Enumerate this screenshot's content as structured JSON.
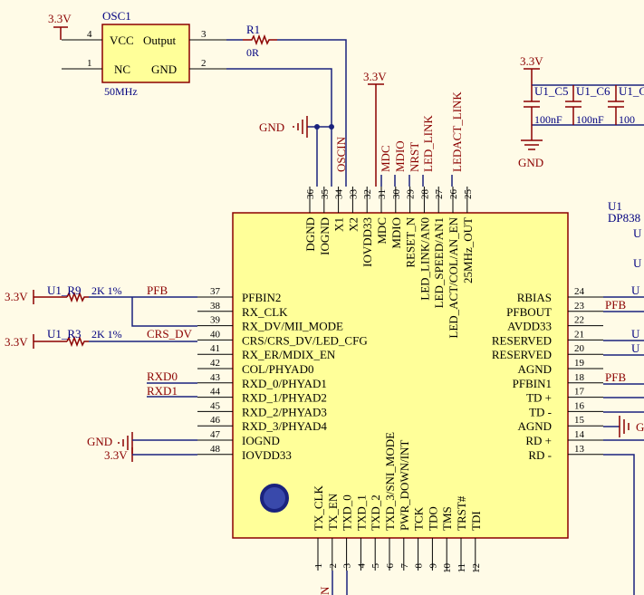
{
  "osc": {
    "designator": "OSC1",
    "value": "50MHz",
    "vcc_pin": "VCC",
    "output_pin": "Output",
    "nc_pin": "NC",
    "gnd_pin": "GND",
    "pin4": "4",
    "pin3": "3",
    "pin1": "1",
    "pin2": "2"
  },
  "r1": {
    "designator": "R1",
    "value": "0R"
  },
  "power": {
    "v33": "3.3V",
    "gnd": "GND"
  },
  "caps": {
    "c5": "U1_C5",
    "c6": "U1_C6",
    "c7": "U1_C",
    "value": "100nF",
    "value_cut": "100"
  },
  "u1": {
    "designator": "U1",
    "part": "DP838",
    "right_cut": "U"
  },
  "top_nets": {
    "oscin": "OSCIN",
    "mdc": "MDC",
    "mdio": "MDIO",
    "nrst": "NRST",
    "led_link": "LED_LINK",
    "ledact_link": "LEDACT_LINK"
  },
  "top_pins": [
    {
      "no": "36",
      "name": "DGND"
    },
    {
      "no": "35",
      "name": "IOGND"
    },
    {
      "no": "34",
      "name": "X1"
    },
    {
      "no": "33",
      "name": "X2"
    },
    {
      "no": "32",
      "name": "IOVDD33"
    },
    {
      "no": "31",
      "name": "MDC"
    },
    {
      "no": "30",
      "name": "MDIO"
    },
    {
      "no": "29",
      "name": "RESET_N"
    },
    {
      "no": "28",
      "name": "LED_LINK/AN0"
    },
    {
      "no": "27",
      "name": "LED_SPEED/AN1"
    },
    {
      "no": "26",
      "name": "LED_ACT/COL/AN_EN"
    },
    {
      "no": "25",
      "name": "25MHz_OUT"
    }
  ],
  "left_pins": [
    {
      "no": "37",
      "name": "PFBIN2"
    },
    {
      "no": "38",
      "name": "RX_CLK"
    },
    {
      "no": "39",
      "name": "RX_DV/MII_MODE"
    },
    {
      "no": "40",
      "name": "CRS/CRS_DV/LED_CFG"
    },
    {
      "no": "41",
      "name": "RX_ER/MDIX_EN"
    },
    {
      "no": "42",
      "name": "COL/PHYAD0"
    },
    {
      "no": "43",
      "name": "RXD_0/PHYAD1"
    },
    {
      "no": "44",
      "name": "RXD_1/PHYAD2"
    },
    {
      "no": "45",
      "name": "RXD_2/PHYAD3"
    },
    {
      "no": "46",
      "name": "RXD_3/PHYAD4"
    },
    {
      "no": "47",
      "name": "IOGND"
    },
    {
      "no": "48",
      "name": "IOVDD33"
    }
  ],
  "right_pins": [
    {
      "no": "24",
      "name": "RBIAS"
    },
    {
      "no": "23",
      "name": "PFBOUT"
    },
    {
      "no": "22",
      "name": "AVDD33"
    },
    {
      "no": "21",
      "name": "RESERVED"
    },
    {
      "no": "20",
      "name": "RESERVED"
    },
    {
      "no": "19",
      "name": "AGND"
    },
    {
      "no": "18",
      "name": "PFBIN1"
    },
    {
      "no": "17",
      "name": "TD +"
    },
    {
      "no": "16",
      "name": "TD -"
    },
    {
      "no": "15",
      "name": "AGND"
    },
    {
      "no": "14",
      "name": "RD +"
    },
    {
      "no": "13",
      "name": "RD -"
    }
  ],
  "bottom_pins": [
    {
      "no": "1",
      "name": "TX_CLK"
    },
    {
      "no": "2",
      "name": "TX_EN"
    },
    {
      "no": "3",
      "name": "TXD_0"
    },
    {
      "no": "4",
      "name": "TXD_1"
    },
    {
      "no": "5",
      "name": "TXD_2"
    },
    {
      "no": "6",
      "name": "TXD_3/SNI_MODE"
    },
    {
      "no": "7",
      "name": "PWR_DOWN/INT"
    },
    {
      "no": "8",
      "name": "TCK"
    },
    {
      "no": "9",
      "name": "TDO"
    },
    {
      "no": "10",
      "name": "TMS"
    },
    {
      "no": "11",
      "name": "TRST#"
    },
    {
      "no": "12",
      "name": "TDI"
    }
  ],
  "left_resistors": {
    "r9": {
      "designator": "U1_R9",
      "value": "2K 1%"
    },
    "r3": {
      "designator": "U1_R3",
      "value": "2K 1%"
    }
  },
  "left_nets": {
    "pfb": "PFB",
    "crs_dv": "CRS_DV",
    "rxd0": "RXD0",
    "rxd1": "RXD1"
  },
  "right_nets": {
    "pfb23": "PFB",
    "pfb18": "PFB",
    "u21": "U",
    "u20": "U",
    "u24": "U",
    "gnd15": "G"
  },
  "bottom_cut": "N"
}
